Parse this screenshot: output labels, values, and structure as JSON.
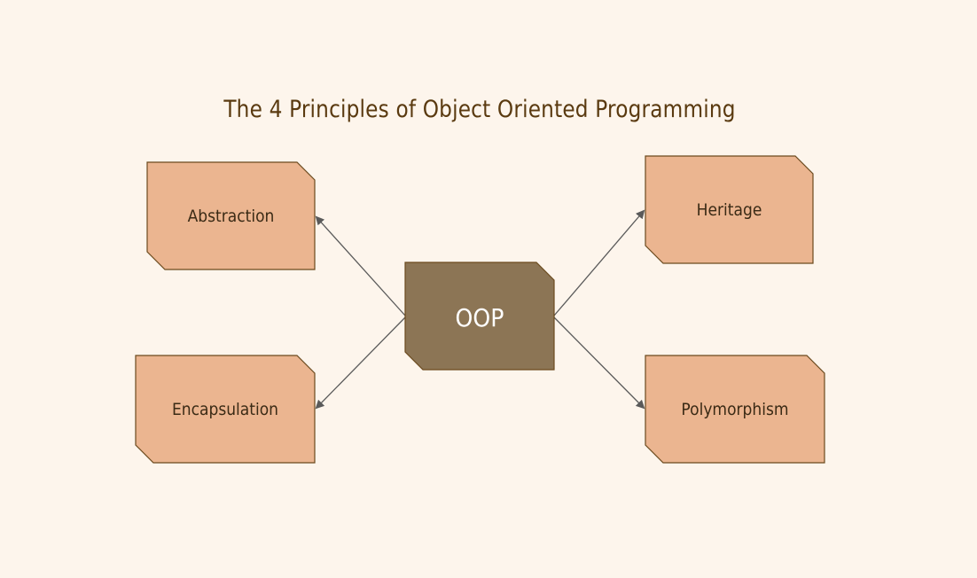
{
  "title": "The 4 Principles of Object Oriented Programming",
  "colors": {
    "background": "#fdf5ec",
    "node_fill": "#ebb590",
    "node_stroke": "#6b4a1e",
    "center_fill": "#8c7555",
    "center_text": "#ffffff",
    "node_text": "#3a2a15",
    "edge": "#5a5a5a",
    "title": "#5a3a10"
  },
  "center": {
    "label": "OOP"
  },
  "nodes": [
    {
      "id": "abstraction",
      "label": "Abstraction"
    },
    {
      "id": "heritage",
      "label": "Heritage"
    },
    {
      "id": "encapsulation",
      "label": "Encapsulation"
    },
    {
      "id": "polymorphism",
      "label": "Polymorphism"
    }
  ],
  "edges": [
    {
      "from": "OOP",
      "to": "Abstraction"
    },
    {
      "from": "OOP",
      "to": "Heritage"
    },
    {
      "from": "OOP",
      "to": "Encapsulation"
    },
    {
      "from": "OOP",
      "to": "Polymorphism"
    }
  ]
}
